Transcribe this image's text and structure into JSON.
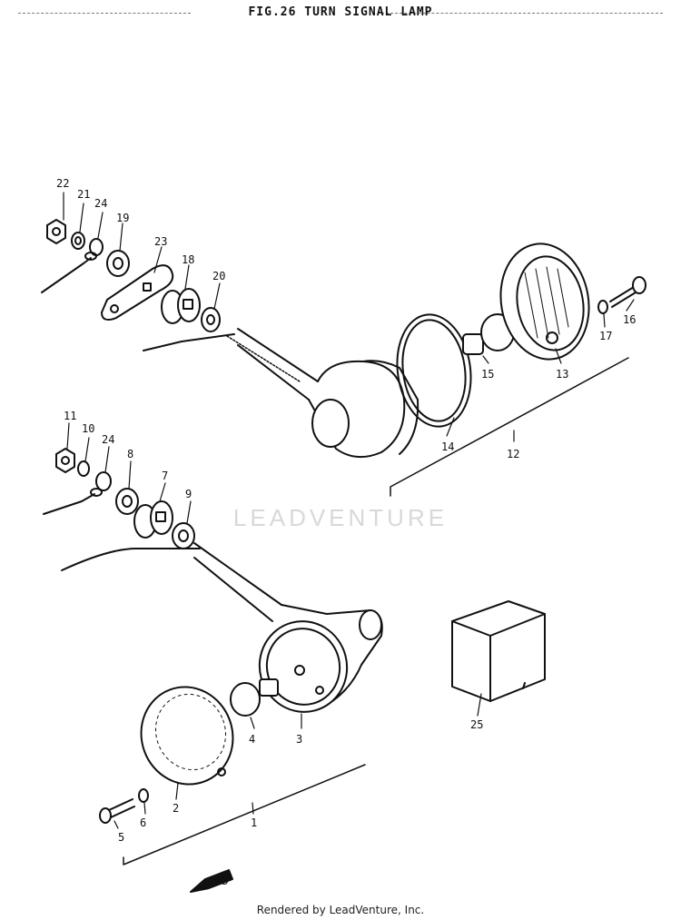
{
  "title": "FIG.26  TURN SIGNAL LAMP",
  "watermark": "LEADVENTURE",
  "footer": "Rendered by LeadVenture, Inc.",
  "fwd_label": "FWD",
  "callouts": {
    "p22": "22",
    "p21": "21",
    "p24a": "24",
    "p19": "19",
    "p23": "23",
    "p18": "18",
    "p20": "20",
    "p16": "16",
    "p17": "17",
    "p13": "13",
    "p15": "15",
    "p14": "14",
    "p12": "12",
    "p11": "11",
    "p10": "10",
    "p24b": "24",
    "p8": "8",
    "p7": "7",
    "p9": "9",
    "p4": "4",
    "p3": "3",
    "p2": "2",
    "p5": "5",
    "p6": "6",
    "p1": "1",
    "p25": "25"
  },
  "colors": {
    "line": "#111111",
    "watermark": "#d8d8d8"
  }
}
